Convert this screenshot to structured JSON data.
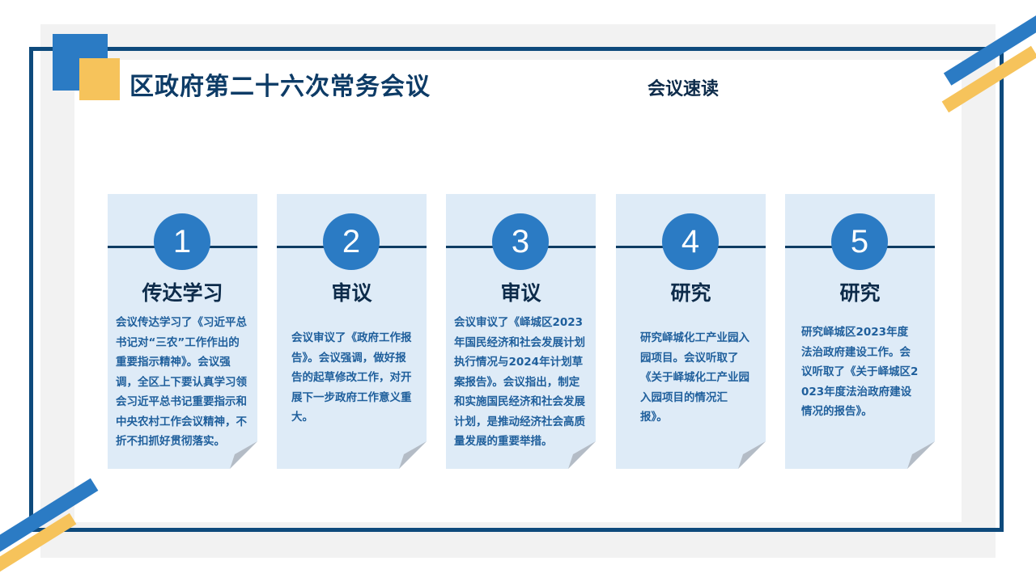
{
  "header": {
    "title": "区政府第二十六次常务会议",
    "subtitle": "会议速读"
  },
  "colors": {
    "navy": "#0e4a7c",
    "blue": "#2b7bc4",
    "yellow": "#f6c35b",
    "card_bg": "#deebf7",
    "body_text": "#1f5f9c"
  },
  "cards": [
    {
      "number": "1",
      "title": "传达学习",
      "body": "会议传达学习了《习近平总书记对“三农”工作作出的重要指示精神》。会议强调，全区上下要认真学习领会习近平总书记重要指示和中央农村工作会议精神，不折不扣抓好贯彻落实。"
    },
    {
      "number": "2",
      "title": "审议",
      "body": "会议审议了《政府工作报告》。会议强调，做好报告的起草修改工作，对开展下一步政府工作意义重大。"
    },
    {
      "number": "3",
      "title": "审议",
      "body": "会议审议了《峄城区2023年国民经济和社会发展计划执行情况与2024年计划草案报告》。会议指出，制定和实施国民经济和社会发展计划，是推动经济社会高质量发展的重要举措。"
    },
    {
      "number": "4",
      "title": "研究",
      "body": "研究峄城化工产业园入园项目。会议听取了《关于峄城化工产业园入园项目的情况汇报》。"
    },
    {
      "number": "5",
      "title": "研究",
      "body": "研究峄城区2023年度法治政府建设工作。会议听取了《关于峄城区2023年度法治政府建设情况的报告》。"
    }
  ]
}
